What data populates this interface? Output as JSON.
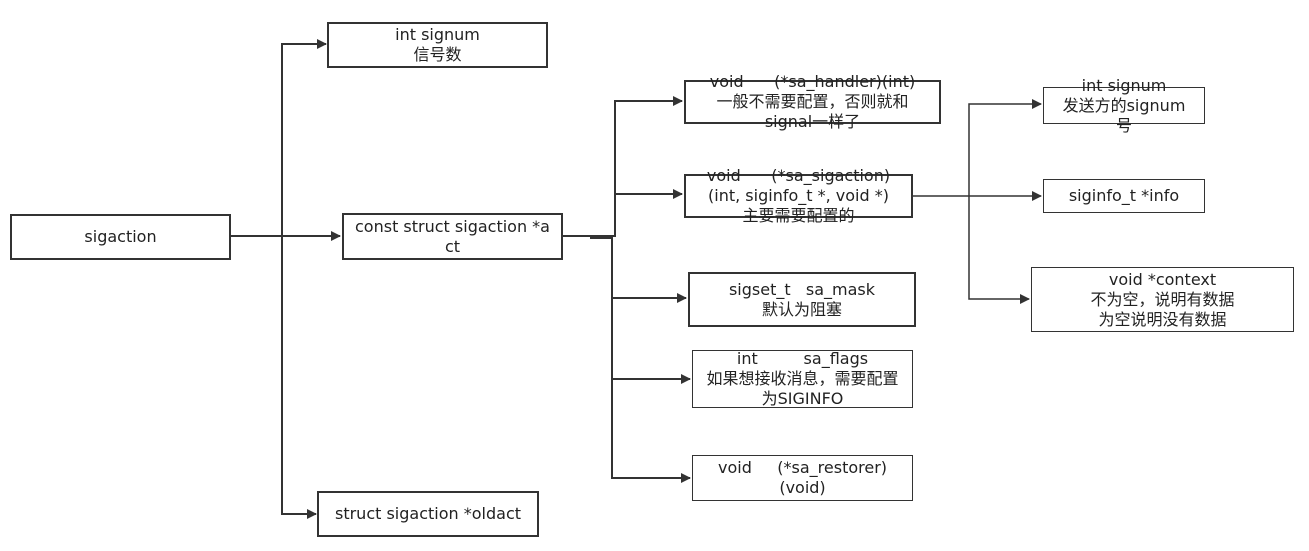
{
  "nodes": {
    "root": "sigaction",
    "signum": [
      "int signum",
      "信号数"
    ],
    "act": [
      "const struct sigaction *a",
      "ct"
    ],
    "oldact": "struct sigaction *oldact",
    "sa_handler": [
      "void      (*sa_handler)(int)",
      "一般不需要配置，否则就和",
      "signal一样了"
    ],
    "sa_sigaction": [
      "void      (*sa_sigaction)",
      "(int, siginfo_t *, void *)",
      "主要需要配置的"
    ],
    "sa_mask": [
      "sigset_t   sa_mask",
      "默认为阻塞"
    ],
    "sa_flags": [
      "int         sa_flags",
      "如果想接收消息，需要配置",
      "为SIGINFO"
    ],
    "sa_restorer": [
      "void     (*sa_restorer)",
      "(void)"
    ],
    "p_signum": [
      "int signum",
      "发送方的signum",
      "号"
    ],
    "p_info": "siginfo_t *info",
    "p_context": [
      "void *context",
      "不为空，说明有数据",
      "为空说明没有数据"
    ]
  }
}
